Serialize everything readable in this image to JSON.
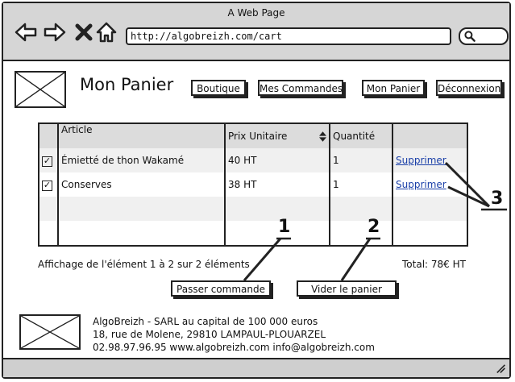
{
  "window": {
    "title": "A Web Page"
  },
  "browser": {
    "url": "http://algobreizh.com/cart",
    "icons": [
      "back-arrow-icon",
      "forward-arrow-icon",
      "close-icon",
      "home-icon",
      "search-icon"
    ]
  },
  "header": {
    "page_title": "Mon Panier",
    "nav": [
      "Boutique",
      "Mes Commandes",
      "Mon Panier",
      "Déconnexion"
    ]
  },
  "cart": {
    "columns": [
      "Article",
      "Prix Unitaire",
      "Quantité"
    ],
    "rows": [
      {
        "checked": true,
        "article": "Émietté de thon Wakamé",
        "price": "40 HT",
        "qty": "1",
        "action": "Supprimer"
      },
      {
        "checked": true,
        "article": "Conserves",
        "price": "38 HT",
        "qty": "1",
        "action": "Supprimer"
      }
    ],
    "info": "Affichage de l'élément 1 à 2 sur 2 éléments",
    "total": "Total: 78€ HT"
  },
  "actions": {
    "order": "Passer commande",
    "empty": "Vider le panier"
  },
  "callouts": [
    "1",
    "2",
    "3"
  ],
  "footer": {
    "line1": "AlgoBreizh - SARL au capital de 100 000 euros",
    "line2": "18, rue de Molene, 29810 LAMPAUL-PLOUARZEL",
    "line3": "02.98.97.96.95 www.algobreizh.com info@algobreizh.com"
  }
}
